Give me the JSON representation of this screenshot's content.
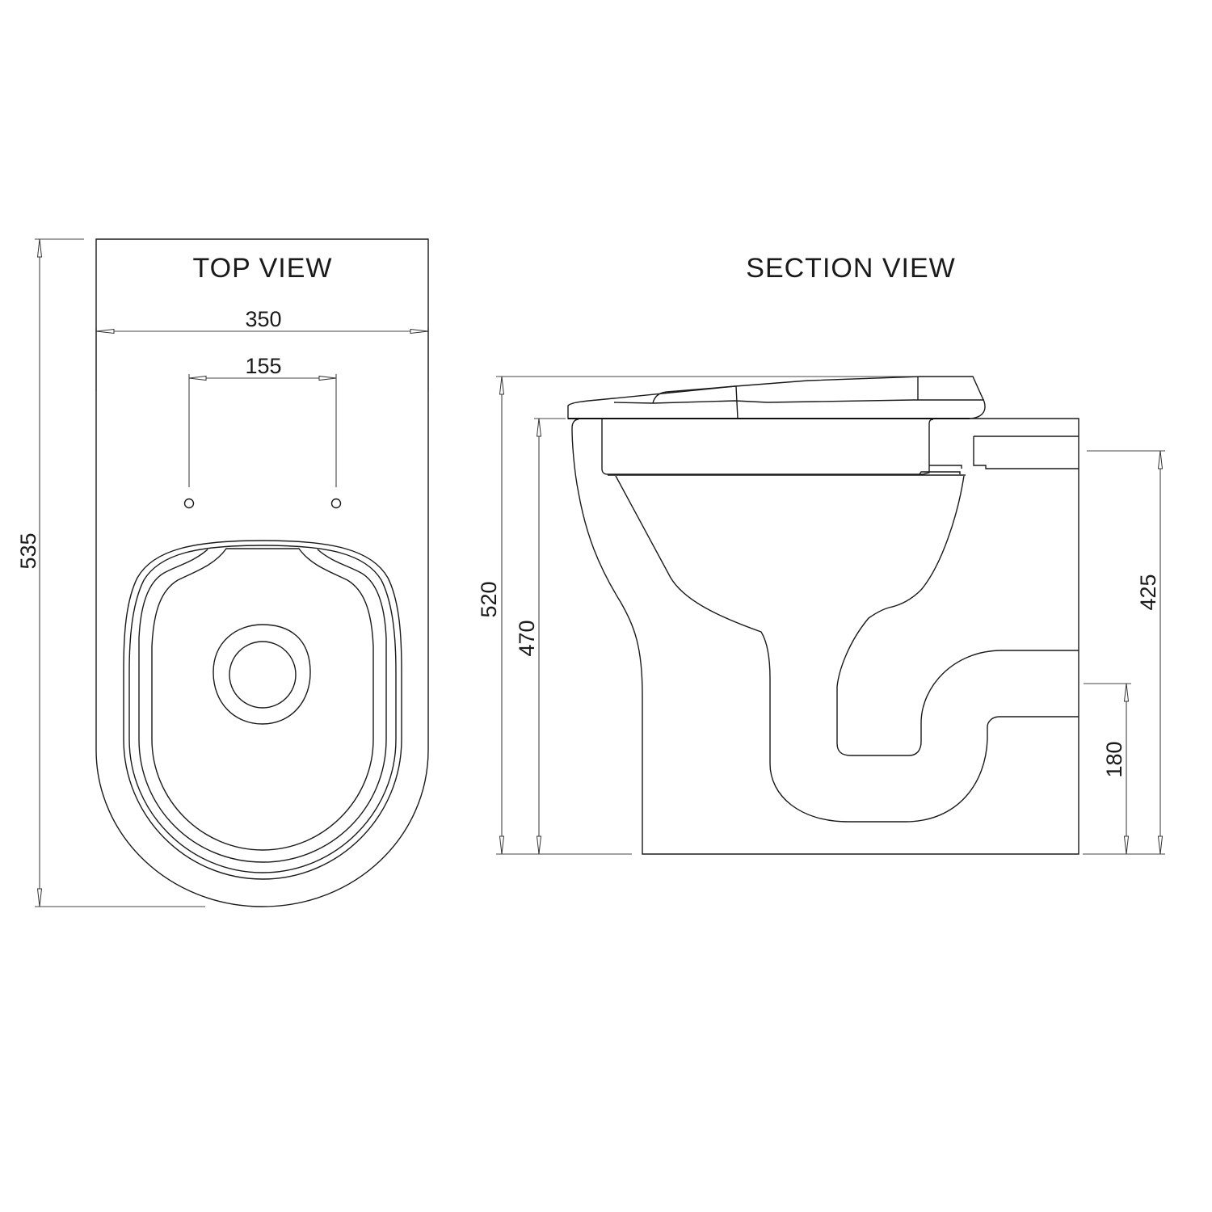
{
  "drawing": {
    "stroke_color": "#1a1a1a",
    "background": "#ffffff"
  },
  "top_view": {
    "title": "TOP VIEW",
    "dimensions": {
      "overall_width": "350",
      "fixing_hole_spacing": "155",
      "overall_length": "535"
    }
  },
  "section_view": {
    "title": "SECTION VIEW",
    "dimensions": {
      "height_with_seat": "520",
      "rim_height": "470",
      "outlet_top_height": "425",
      "outlet_center_height": "180"
    }
  }
}
